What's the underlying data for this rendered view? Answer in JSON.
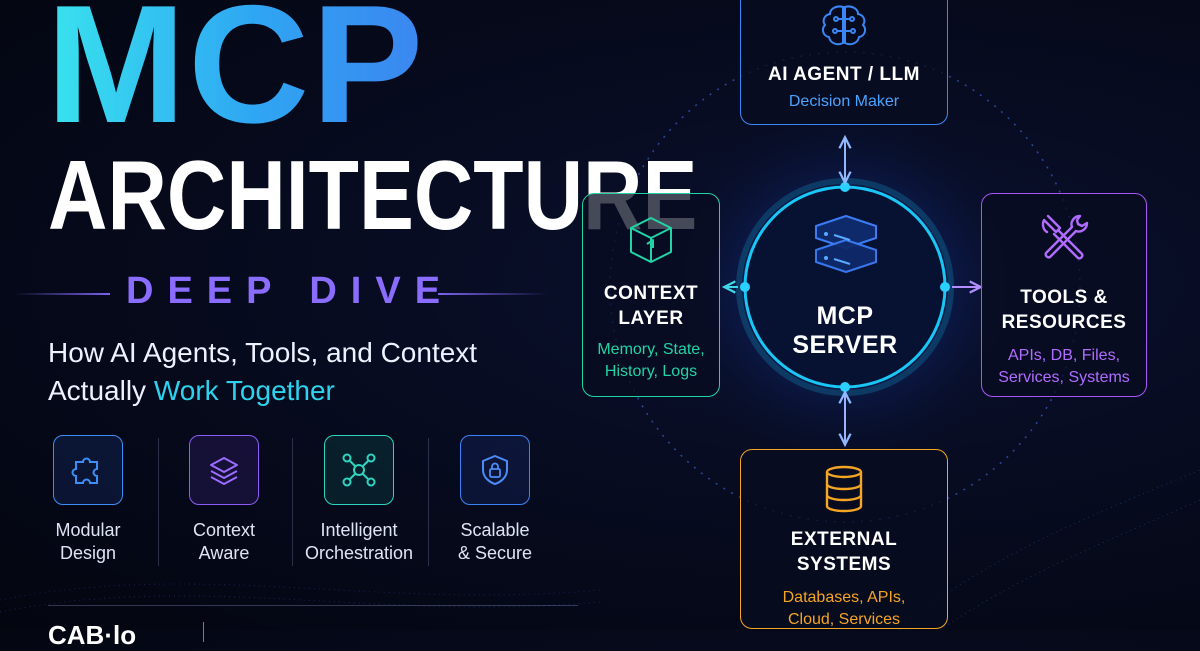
{
  "headline": {
    "title_line1": "MCP",
    "title_line2": "ARCHITECTURE",
    "tagline": "DEEP DIVE",
    "subtitle_line1": "How AI Agents, Tools, and Context",
    "subtitle_line2_prefix": "Actually ",
    "subtitle_line2_highlight": "Work Together"
  },
  "features": [
    {
      "icon": "puzzle-icon",
      "label_line1": "Modular",
      "label_line2": "Design",
      "color": "#3b8ef5"
    },
    {
      "icon": "layers-icon",
      "label_line1": "Context",
      "label_line2": "Aware",
      "color": "#8b5cf6"
    },
    {
      "icon": "network-icon",
      "label_line1": "Intelligent",
      "label_line2": "Orchestration",
      "color": "#2dd4bf"
    },
    {
      "icon": "shield-lock-icon",
      "label_line1": "Scalable",
      "label_line2": "& Secure",
      "color": "#3b82f6"
    }
  ],
  "brand": {
    "name": "CAB·lo"
  },
  "diagram": {
    "center": {
      "line1": "MCP",
      "line2": "SERVER",
      "icon": "server-icon",
      "color": "#19c6f5"
    },
    "agent": {
      "title": "AI AGENT / LLM",
      "subtitle": "Decision Maker",
      "icon": "brain-icon",
      "color": "#3a86f5"
    },
    "context": {
      "title_line1": "CONTEXT",
      "title_line2": "LAYER",
      "sub_line1": "Memory, State,",
      "sub_line2": "History, Logs",
      "icon": "cube-icon",
      "color": "#22d3a5"
    },
    "tools": {
      "title_line1": "TOOLS &",
      "title_line2": "RESOURCES",
      "sub_line1": "APIs, DB, Files,",
      "sub_line2": "Services, Systems",
      "icon": "tools-icon",
      "color": "#a855f7"
    },
    "external": {
      "title_line1": "EXTERNAL",
      "title_line2": "SYSTEMS",
      "sub_line1": "Databases, APIs,",
      "sub_line2": "Cloud, Services",
      "icon": "database-icon",
      "color": "#f5a524"
    }
  }
}
